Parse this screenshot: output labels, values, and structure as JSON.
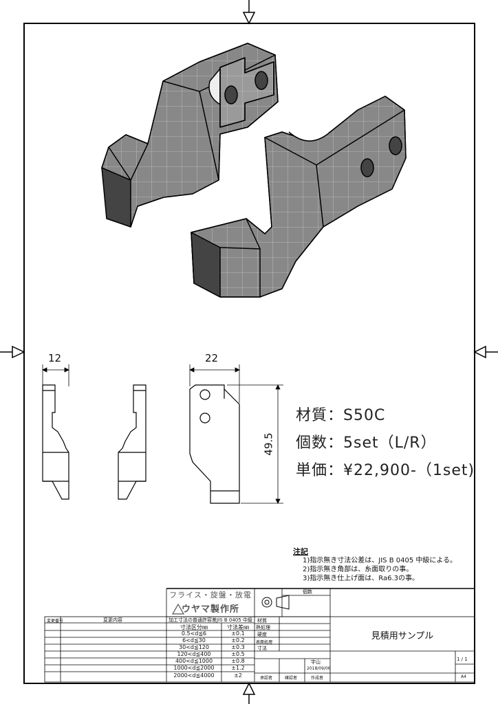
{
  "spec": {
    "material": "材質：S50C",
    "quantity": "個数：5set（L/R）",
    "price": "単価：¥22,900-（1set)"
  },
  "dimensions": {
    "side_width": "12",
    "front_width": "22",
    "height": "49.5"
  },
  "notes": {
    "heading": "注記",
    "lines": [
      "1)指示無き寸法公差は、JIS B 0405 中級による。",
      "2)指示無き角部は、糸面取りの事。",
      "3)指示無き仕上げ面は、Ra6.3の事。"
    ]
  },
  "title_block": {
    "company_tagline": "フライス・旋盤・放電",
    "company_name": "ウヤマ製作所",
    "tolerance_title": "加工寸法の普通許容差JIS B 0405 中級",
    "col_range": "寸法区分㎜",
    "col_tol": "寸法差㎜",
    "tolerances": [
      {
        "range": "0.5<d≦6",
        "tol": "±0.1"
      },
      {
        "range": "6<d≦30",
        "tol": "±0.2"
      },
      {
        "range": "30<d≦120",
        "tol": "±0.3"
      },
      {
        "range": "120<d≦400",
        "tol": "±0.5"
      },
      {
        "range": "400<d≦1000",
        "tol": "±0.8"
      },
      {
        "range": "1000<d≦2000",
        "tol": "±1.2"
      },
      {
        "range": "2000<d≦4000",
        "tol": "±2"
      }
    ],
    "rev_no": "変更番号",
    "rev_content": "変更内容",
    "material_label": "材質",
    "heat_label": "熱処理",
    "hardness_label": "硬度",
    "surface_label": "表面処理",
    "dimension_label": "寸法",
    "qty_label": "個数",
    "drawing_title": "見積用サンプル",
    "designer": "宇山",
    "date": "2018/09/06",
    "approver_label": "承認者",
    "checker_label": "確認者",
    "creator_label": "作成者",
    "sheet": "1 / 1",
    "paper_size": "A4"
  }
}
